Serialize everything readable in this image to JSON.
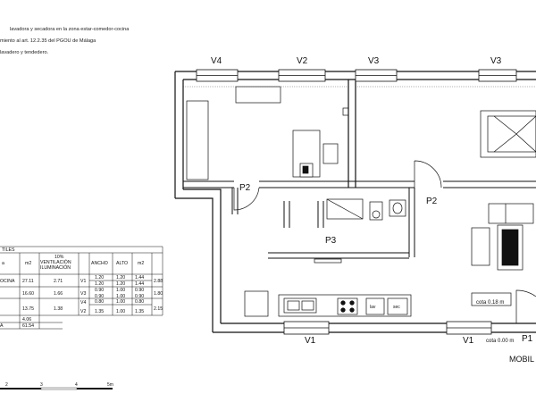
{
  "notes": [
    "lavadora y secadora en la zona estar-comedor-cocina",
    "miento al art. 12.2.35 del PGOU de Málaga",
    "lavadero y tendedero."
  ],
  "windows_top": [
    "V4",
    "V2",
    "V3",
    "V3"
  ],
  "windows_bottom": [
    "V1",
    "V1"
  ],
  "doors": [
    "P2",
    "P2",
    "P3",
    "P1"
  ],
  "appliances": {
    "washer": "lav",
    "dryer": "sec"
  },
  "levels": [
    "cota 0.18 m",
    "cota 0.00 m"
  ],
  "mobile_label": "MOBIL",
  "table": {
    "title": "TILES",
    "header": [
      "a",
      "m2",
      "10%\nVENTILACIÓN\nILUMINACIÓN",
      "",
      "ANCHO",
      "ALTO",
      "m2",
      ""
    ],
    "rows": [
      [
        "OCINA",
        "27.11",
        "2.71",
        "V1",
        "1.20\n1.20",
        "1.20\n1.20",
        "1.44\n1.44",
        "2.88"
      ],
      [
        "",
        "16.60",
        "1.66",
        "V3",
        "0.90\n0.90",
        "1.00\n1.00",
        "0.90\n0.90",
        "1.80"
      ],
      [
        "",
        "13.75",
        "1.38",
        "V4\nV2",
        "0.80\n1.35",
        "1.00\n1.00",
        "0.80\n1.35",
        "2.15"
      ],
      [
        "",
        "4.06",
        "",
        "",
        "",
        "",
        "",
        ""
      ],
      [
        "A",
        "61.54",
        "",
        "",
        "",
        "",
        "",
        ""
      ]
    ]
  },
  "scale": {
    "ticks": [
      "2",
      "3",
      "4",
      "5m"
    ]
  }
}
